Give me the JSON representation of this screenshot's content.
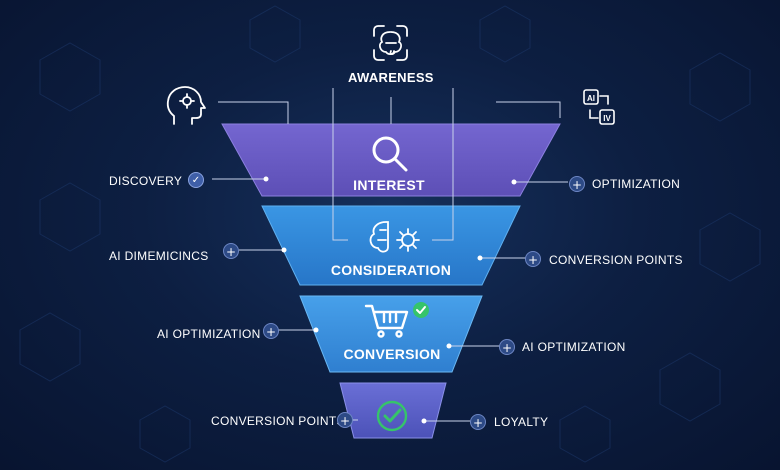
{
  "colors": {
    "background": "#0d1f42",
    "tier_interest": "#6a5cc4",
    "tier_consideration": "#2f88d8",
    "tier_conversion": "#3a8de0",
    "tier_loyalty": "#5a62c8",
    "connector": "#c8d2ea",
    "check_green": "#36c46a"
  },
  "top": {
    "label": "AWARENESS",
    "icon": "brain-circuit-icon"
  },
  "corner_icons": {
    "left": "head-with-gear-icon",
    "right": "ai-translate-icon"
  },
  "stages": [
    {
      "label": "INTEREST",
      "icon": "search-icon"
    },
    {
      "label": "CONSIDERATION",
      "icon": "brain-gear-icon"
    },
    {
      "label": "CONVERSION",
      "icon": "shopping-cart-icon"
    },
    {
      "label": "",
      "icon": "check-circle-icon"
    }
  ],
  "left_labels": [
    {
      "text": "DISCOVERY",
      "badge": "check"
    },
    {
      "text": "AI DIMEMICINCS",
      "badge": "+"
    },
    {
      "text": "AI OPTIMIZATION",
      "badge": "+"
    },
    {
      "text": "CONVERSION POINTS",
      "badge": "+"
    }
  ],
  "right_labels": [
    {
      "text": "OPTIMIZATION",
      "badge": "+"
    },
    {
      "text": "CONVERSION POINTS",
      "badge": "+"
    },
    {
      "text": "AI OPTIMIZATION",
      "badge": "+"
    },
    {
      "text": "LOYALTY",
      "badge": "+"
    }
  ]
}
